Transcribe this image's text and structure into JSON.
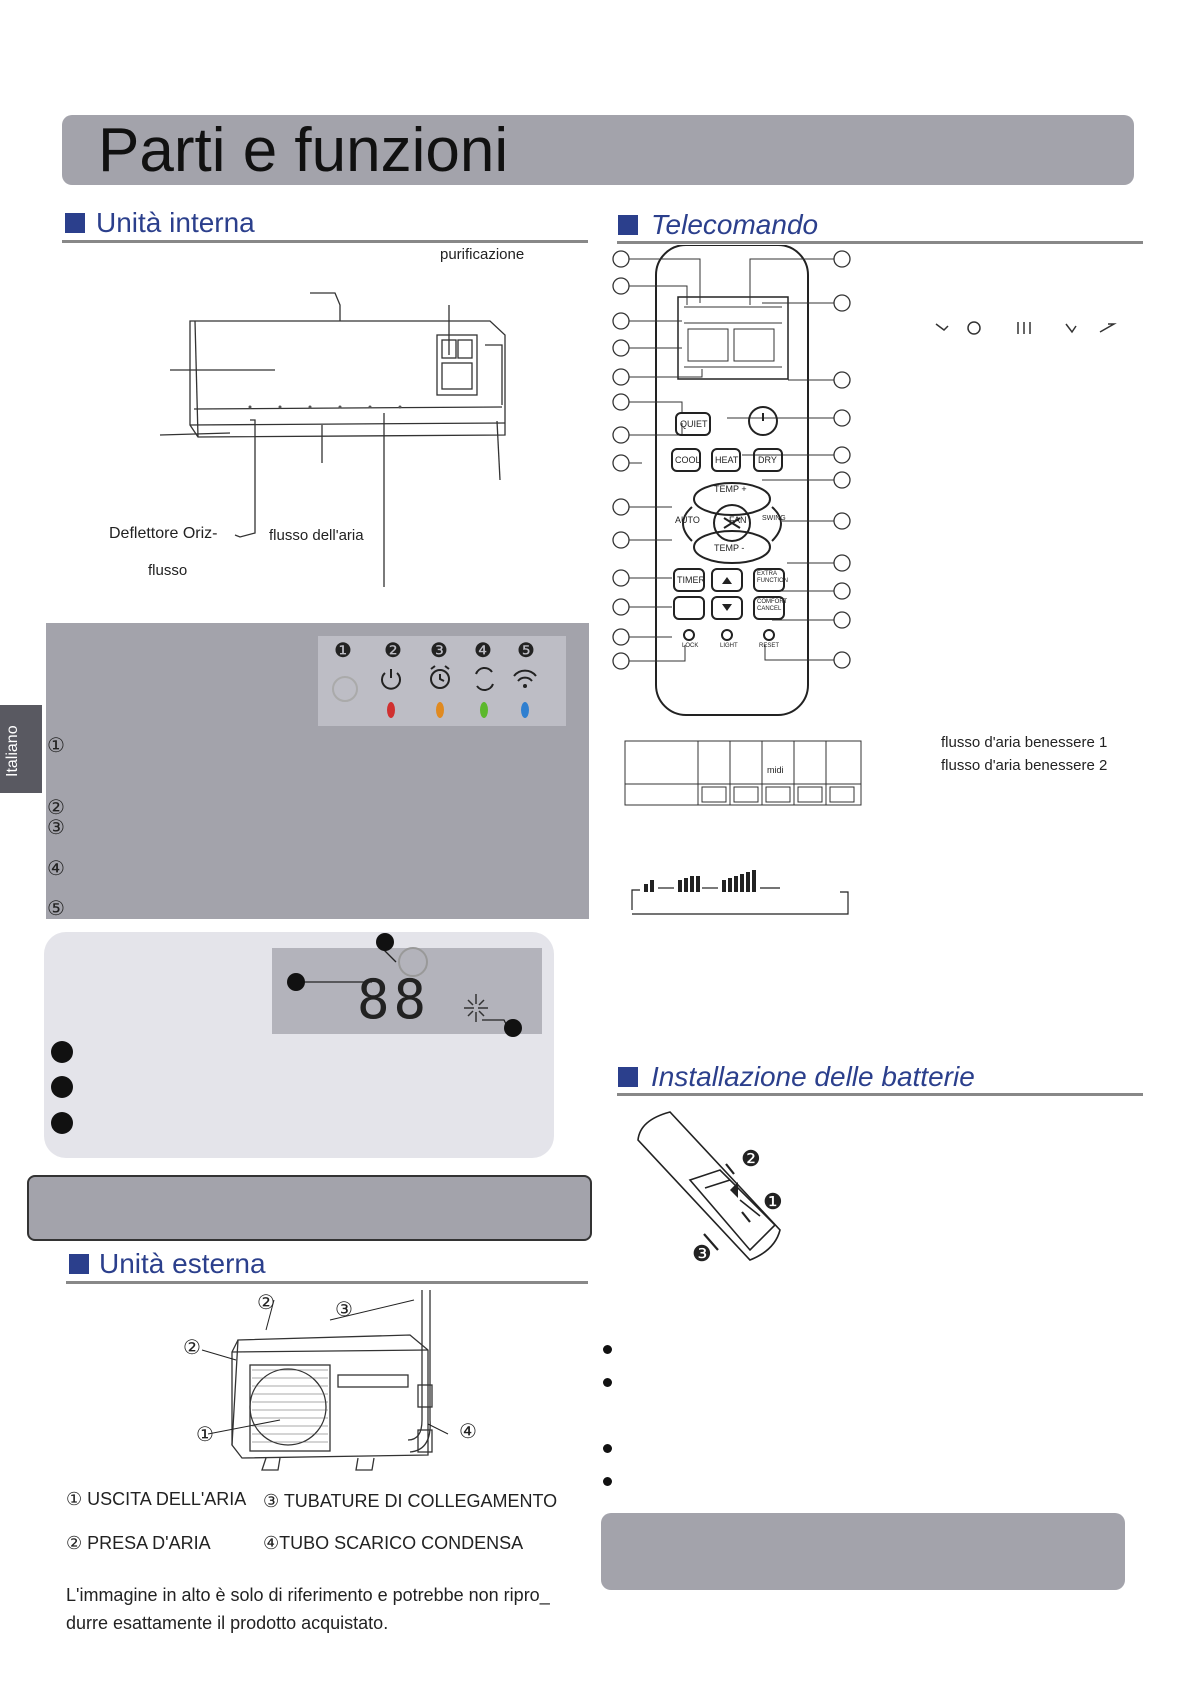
{
  "header": {
    "title": "Parti e funzioni"
  },
  "sidebar": {
    "language": "Italiano"
  },
  "indoor": {
    "heading": "Unità interna",
    "labels": {
      "purification": "purificazione",
      "horizontal_deflector": "Deflettore Oriz-",
      "flow": "flusso",
      "air_flow": "flusso dell'aria"
    },
    "led_numbers": [
      "❶",
      "❷",
      "❸",
      "❹",
      "❺"
    ],
    "led_colors": [
      "#d03030",
      "#e08a20",
      "#5cb82c",
      "#2f7fd0"
    ],
    "list_markers": [
      "①",
      "②",
      "③",
      "④",
      "⑤"
    ],
    "display_digits": "88"
  },
  "remote": {
    "heading": "Telecomando",
    "buttons": {
      "quiet": "QUIET",
      "cool": "COOL",
      "heat": "HEAT",
      "dry": "DRY",
      "temp_up": "TEMP +",
      "temp_down": "TEMP -",
      "auto": "AUTO",
      "fan": "FAN",
      "swing": "SWING",
      "timer": "TIMER",
      "extra": "EXTRA FUNCTION",
      "comfort": "COMFORT CANCEL",
      "lock": "LOCK",
      "light": "LIGHT",
      "reset": "RESET"
    },
    "table_label": "midi",
    "comfort_flow_1": "flusso d'aria benessere 1",
    "comfort_flow_2": "flusso d'aria benessere 2"
  },
  "batteries": {
    "heading": "Installazione delle batterie",
    "steps": [
      "❷",
      "❶",
      "❸"
    ]
  },
  "outdoor": {
    "heading": "Unità esterna",
    "callouts": [
      "①",
      "②",
      "②",
      "③",
      "④"
    ],
    "legend": {
      "item1": "① USCITA DELL'ARIA",
      "item2": "② PRESA D'ARIA",
      "item3": "③ TUBATURE DI COLLEGAMENTO",
      "item4": "④TUBO SCARICO CONDENSA"
    },
    "disclaimer_line1": "L'immagine in alto è solo di riferimento e potrebbe non ripro_",
    "disclaimer_line2": "durre esattamente il prodotto acquistato."
  }
}
